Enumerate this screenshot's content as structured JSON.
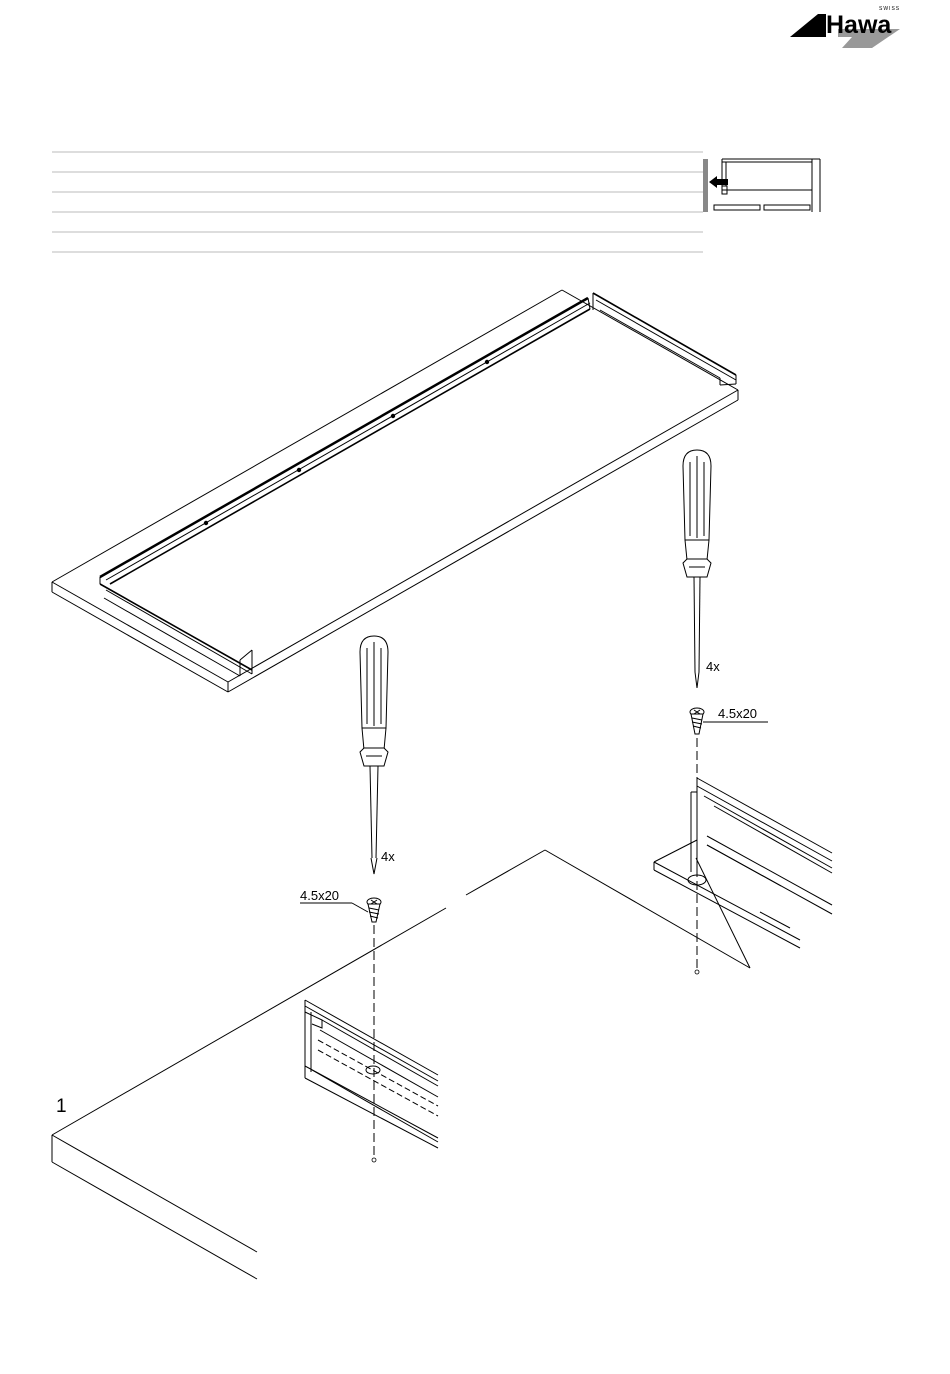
{
  "brand": {
    "name": "Hawa",
    "tagline": "SWISS"
  },
  "page": {
    "step_number": "1"
  },
  "callouts": {
    "left": {
      "quantity": "4x",
      "screw_size": "4.5x20"
    },
    "right": {
      "quantity": "4x",
      "screw_size": "4.5x20"
    }
  },
  "colors": {
    "line": "#000000",
    "grey": "#bbbbbb",
    "logo_grey": "#999999",
    "page": "#ffffff"
  },
  "icons": [
    "hawa-logo-icon",
    "screwdriver-icon",
    "screw-icon",
    "arrow-left-icon"
  ]
}
